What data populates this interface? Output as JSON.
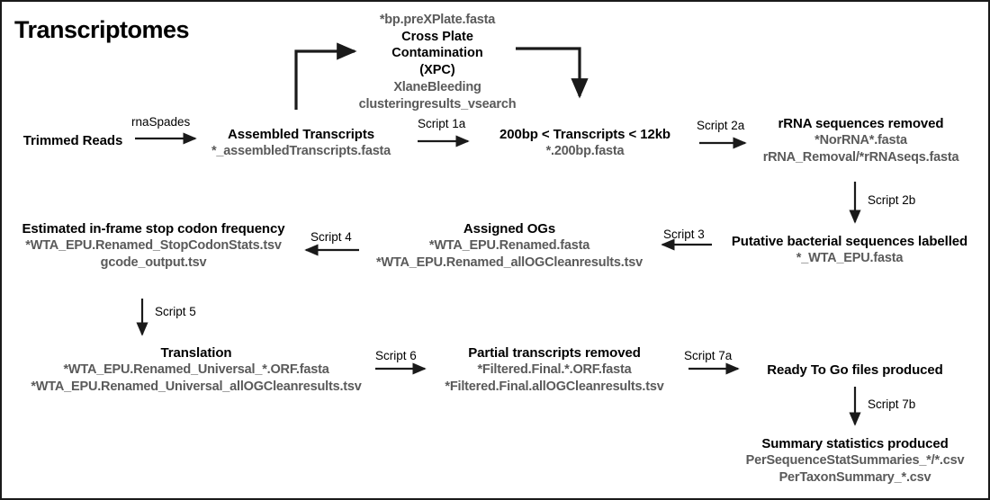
{
  "page": {
    "title": "Transcriptomes",
    "background": "#ffffff",
    "border_color": "#1a1a1a",
    "title_color": "#000000",
    "node_title_color": "#000000",
    "file_text_color": "#5a5a5a",
    "arrow_color": "#1a1a1a"
  },
  "nodes": {
    "trimmed_reads": {
      "title": "Trimmed Reads",
      "files": []
    },
    "assembled_transcripts": {
      "title": "Assembled Transcripts",
      "files": [
        "*_assembledTranscripts.fasta"
      ]
    },
    "xpc": {
      "file_top": "*bp.preXPlate.fasta",
      "title_line1": "Cross Plate",
      "title_line2": "Contamination",
      "title_line3": "(XPC)",
      "files": [
        "XlaneBleeding",
        "clusteringresults_vsearch"
      ]
    },
    "size_filter": {
      "title": "200bp < Transcripts < 12kb",
      "files": [
        "*.200bp.fasta"
      ]
    },
    "rrna_removed": {
      "title": "rRNA sequences removed",
      "files": [
        "*NorRNA*.fasta",
        "rRNA_Removal/*rRNAseqs.fasta"
      ]
    },
    "bacterial_labelled": {
      "title": "Putative bacterial sequences labelled",
      "files": [
        "*_WTA_EPU.fasta"
      ]
    },
    "assigned_ogs": {
      "title": "Assigned OGs",
      "files": [
        "*WTA_EPU.Renamed.fasta",
        "*WTA_EPU.Renamed_allOGCleanresults.tsv"
      ]
    },
    "stop_codon": {
      "title": "Estimated in-frame stop codon frequency",
      "files": [
        "*WTA_EPU.Renamed_StopCodonStats.tsv",
        "gcode_output.tsv"
      ]
    },
    "translation": {
      "title": "Translation",
      "files": [
        "*WTA_EPU.Renamed_Universal_*.ORF.fasta",
        "*WTA_EPU.Renamed_Universal_allOGCleanresults.tsv"
      ]
    },
    "partial_removed": {
      "title": "Partial transcripts removed",
      "files": [
        "*Filtered.Final.*.ORF.fasta",
        "*Filtered.Final.allOGCleanresults.tsv"
      ]
    },
    "ready_to_go": {
      "title": "Ready To Go files produced",
      "files": []
    },
    "summary_stats": {
      "title": "Summary statistics produced",
      "files": [
        "PerSequenceStatSummaries_*/*.csv",
        "PerTaxonSummary_*.csv"
      ]
    }
  },
  "edges": {
    "rnaspades": "rnaSpades",
    "script_1a": "Script 1a",
    "script_2a": "Script 2a",
    "script_2b": "Script 2b",
    "script_3": "Script 3",
    "script_4": "Script 4",
    "script_5": "Script 5",
    "script_6": "Script 6",
    "script_7a": "Script 7a",
    "script_7b": "Script 7b"
  }
}
